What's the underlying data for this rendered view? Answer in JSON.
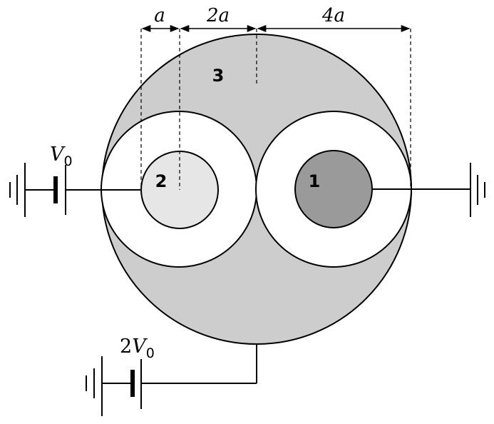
{
  "dimensions": {
    "a": "a",
    "two_a": "2a",
    "four_a": "4a"
  },
  "regions": {
    "r1": "1",
    "r2": "2",
    "r3": "3"
  },
  "sources": {
    "left_voltage": {
      "main": "V",
      "sub": "0"
    },
    "bottom_voltage": {
      "coef": "2",
      "main": "V",
      "sub": "0"
    }
  },
  "colors": {
    "outer_shell": "#cdcdcd",
    "conductor_1": "#9a9a9a",
    "conductor_2": "#e6e6e6",
    "cavity": "#ffffff",
    "stroke": "#000000"
  }
}
